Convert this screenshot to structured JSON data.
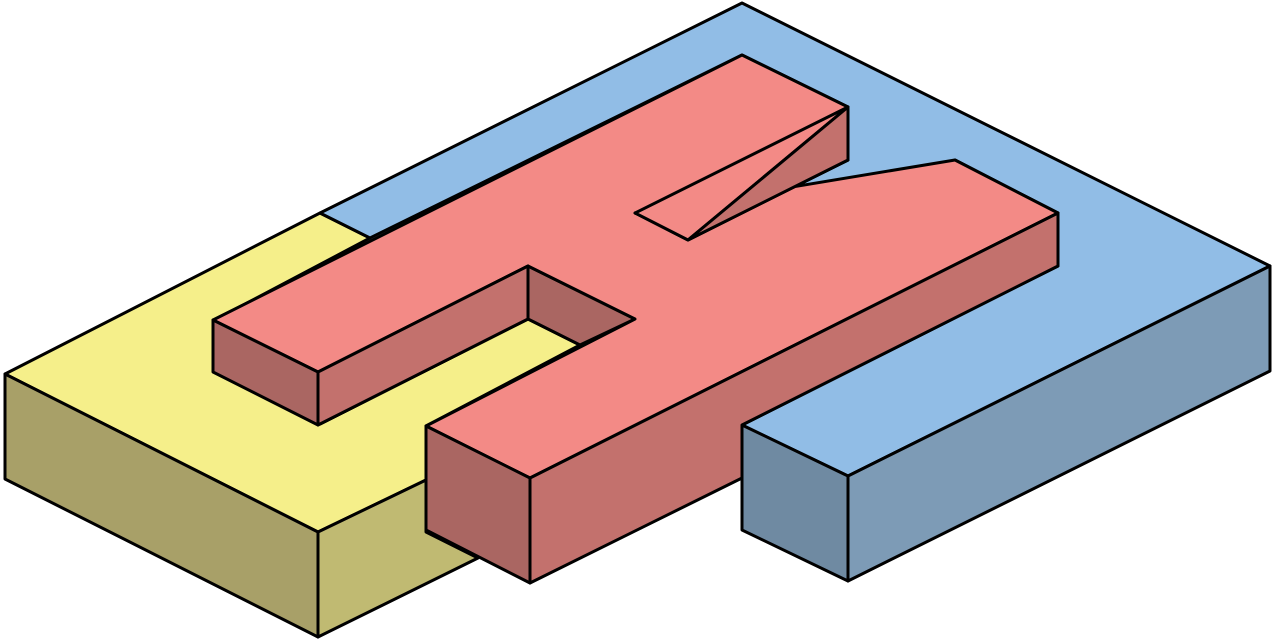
{
  "figure": {
    "kind": "isometric-block-puzzle",
    "pieces": [
      {
        "name": "yellow-piece",
        "colors": {
          "top": "#f5ef8a",
          "left": "#a8a068",
          "right": "#c0ba72"
        }
      },
      {
        "name": "blue-piece",
        "colors": {
          "top": "#91bde6",
          "left": "#6f8aa2",
          "right": "#7d9bb6"
        }
      },
      {
        "name": "red-piece",
        "colors": {
          "top": "#f38a86",
          "left": "#aa6662",
          "right": "#c3716d"
        }
      }
    ],
    "outline_color": "#000000",
    "background": "#ffffff"
  }
}
